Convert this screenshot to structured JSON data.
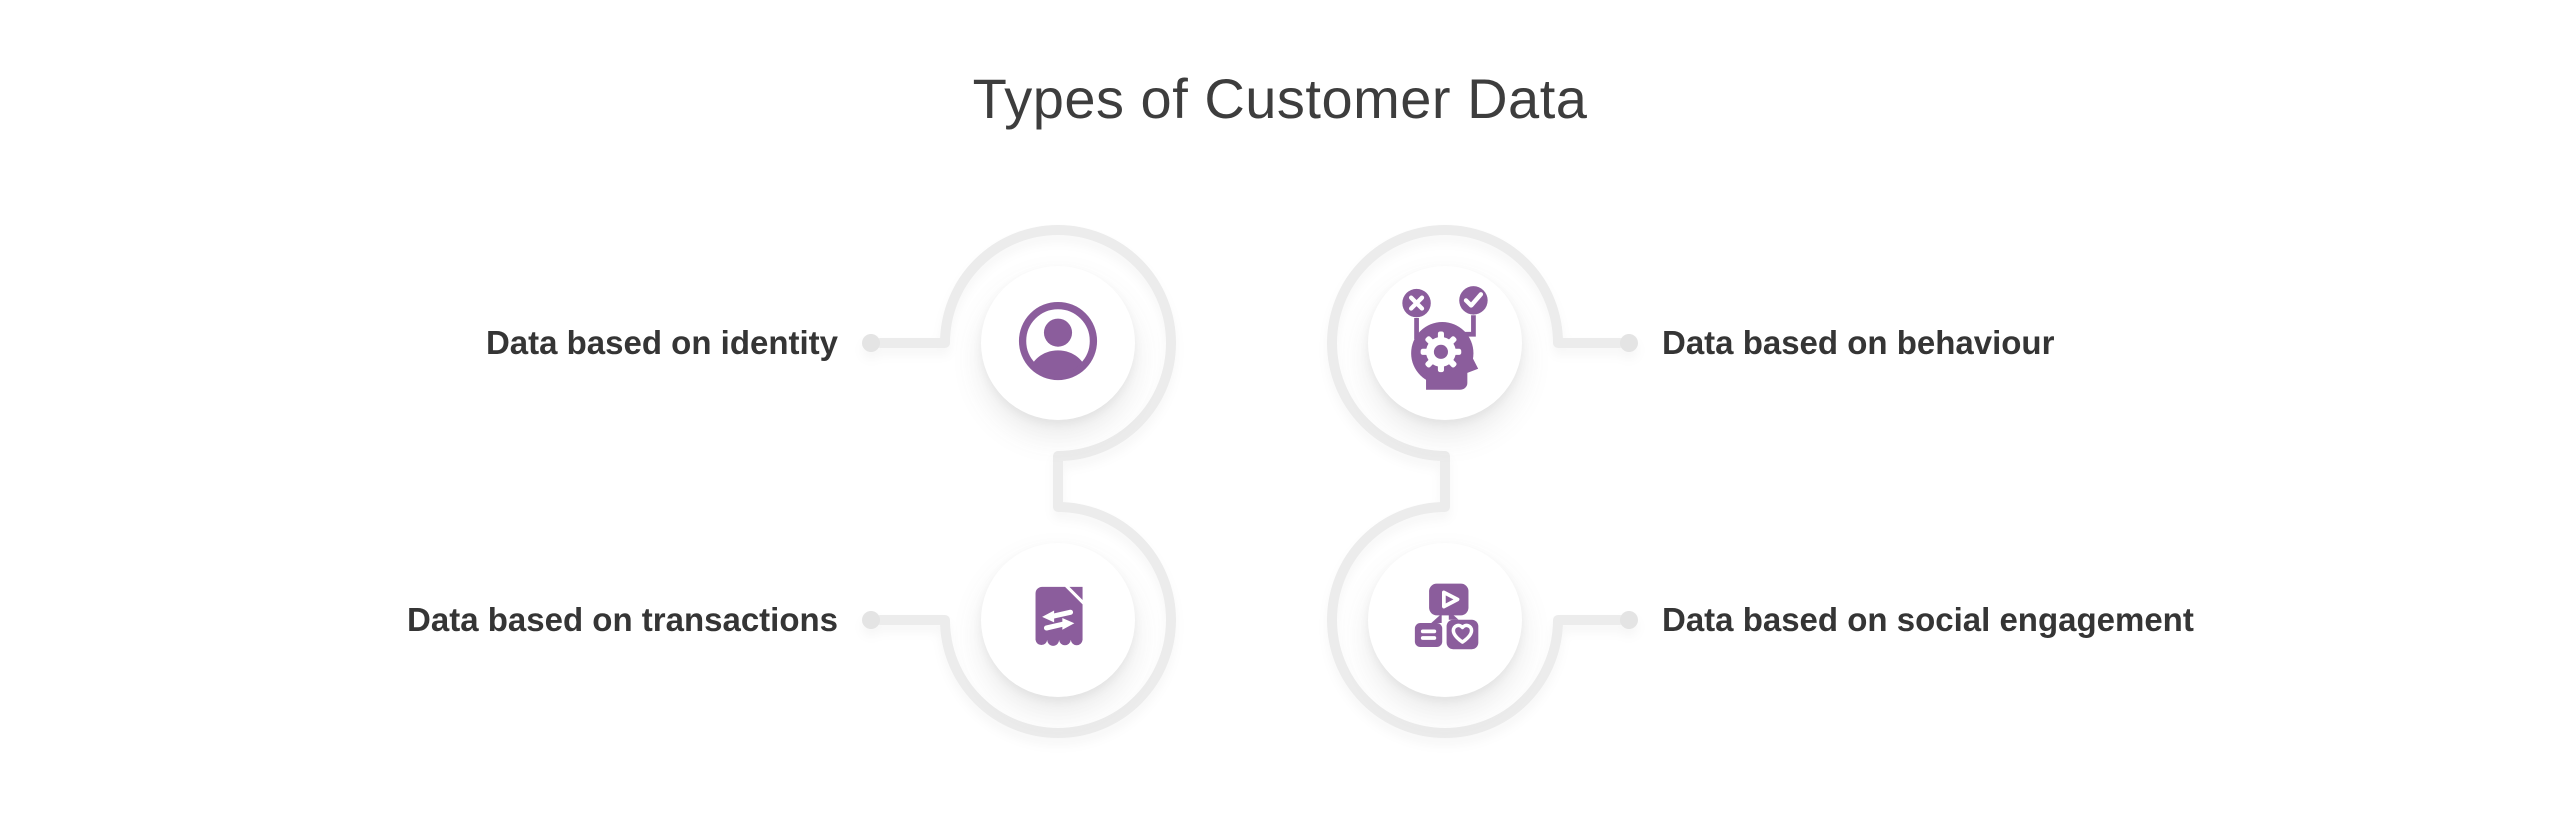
{
  "title": {
    "text": "Types of Customer Data",
    "color": "#3d3d3d"
  },
  "colors": {
    "accent_purple": "#8b5d9c",
    "connector_gray": "#ececec",
    "dot_gray": "#e4e4e4",
    "label_text": "#353535",
    "background": "#ffffff"
  },
  "items": [
    {
      "id": "identity",
      "label": "Data based on identity",
      "icon": "user-circle-icon",
      "position": "top-left"
    },
    {
      "id": "behaviour",
      "label": "Data based on behaviour",
      "icon": "head-gear-decision-icon",
      "position": "top-right"
    },
    {
      "id": "transactions",
      "label": "Data based on transactions",
      "icon": "receipt-transfer-icon",
      "position": "bottom-left"
    },
    {
      "id": "social",
      "label": "Data based on social engagement",
      "icon": "social-engagement-icon",
      "position": "bottom-right"
    }
  ]
}
